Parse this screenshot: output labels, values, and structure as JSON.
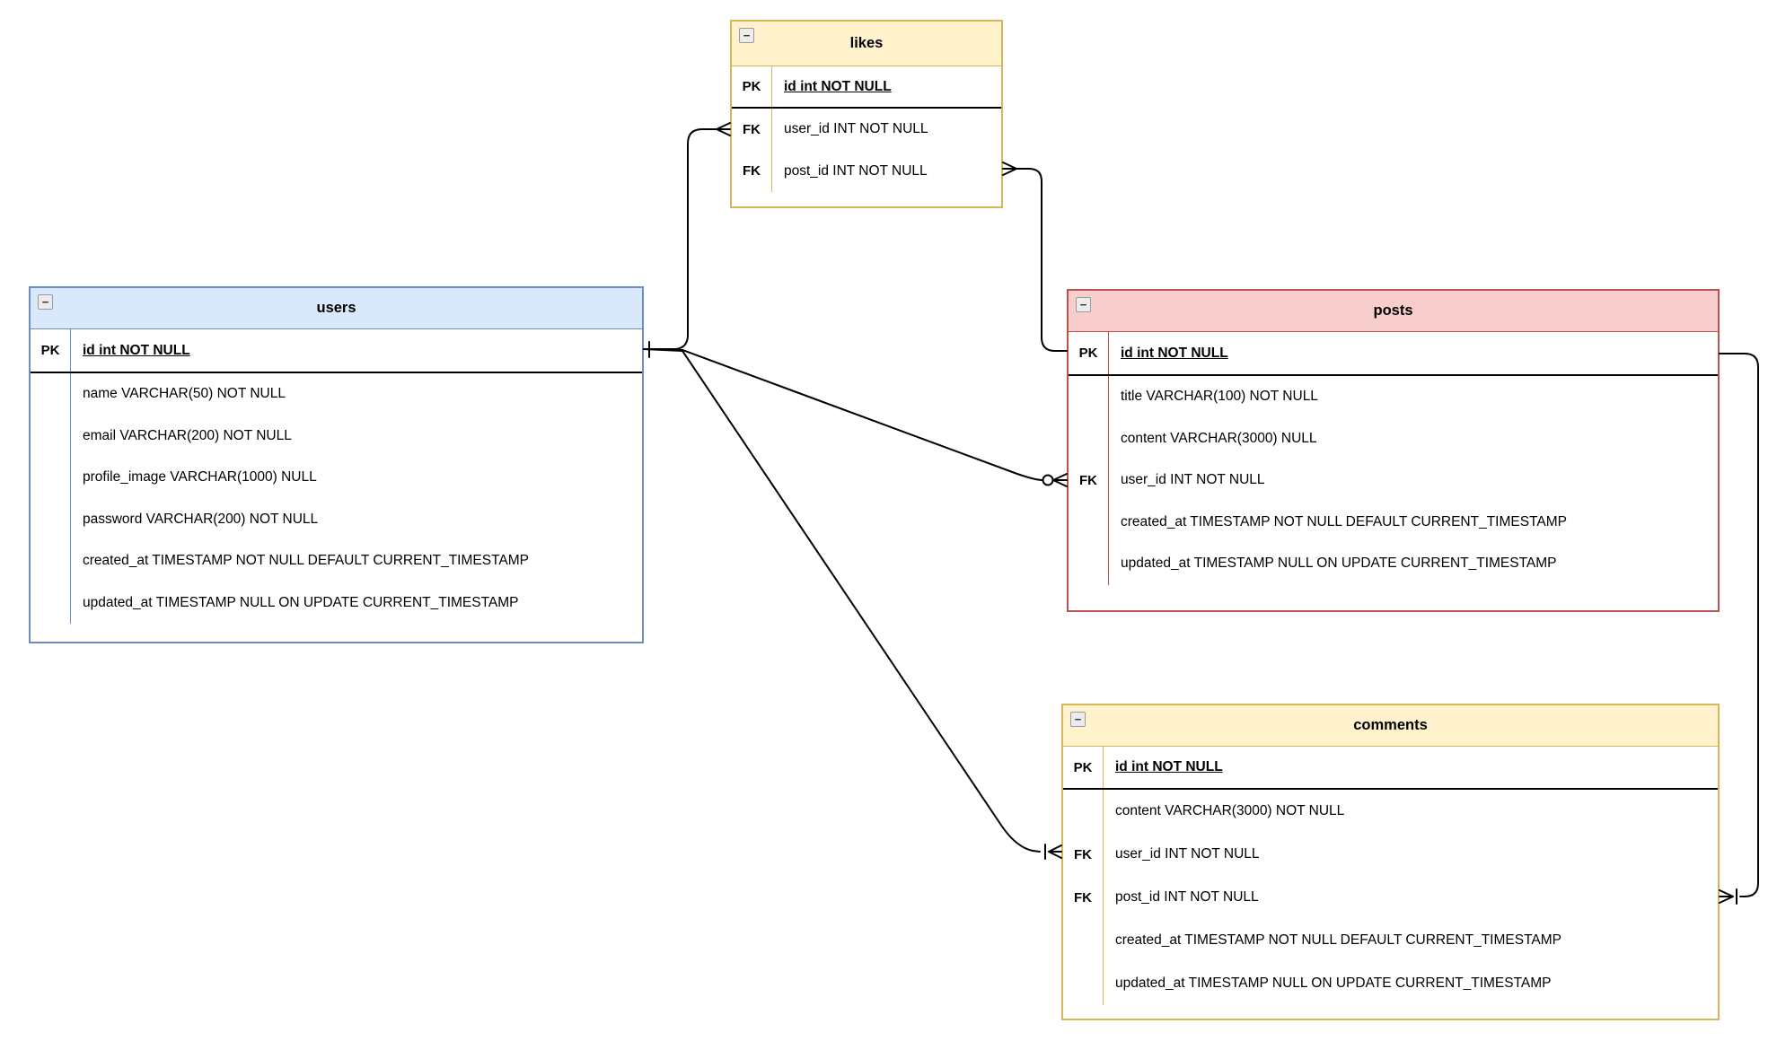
{
  "diagram": {
    "collapse_glyph": "−",
    "tables": [
      {
        "id": "users",
        "title": "users",
        "fill": "#dae8fc",
        "stroke": "#6c8ebf",
        "rows": [
          {
            "key": "PK",
            "field": "id int NOT NULL",
            "pk": true
          },
          {
            "key": "",
            "field": "name VARCHAR(50) NOT NULL"
          },
          {
            "key": "",
            "field": "email VARCHAR(200) NOT NULL"
          },
          {
            "key": "",
            "field": "profile_image VARCHAR(1000) NULL"
          },
          {
            "key": "",
            "field": "password VARCHAR(200) NOT NULL"
          },
          {
            "key": "",
            "field": "created_at TIMESTAMP NOT NULL DEFAULT CURRENT_TIMESTAMP"
          },
          {
            "key": "",
            "field": "updated_at TIMESTAMP NULL ON UPDATE CURRENT_TIMESTAMP"
          }
        ]
      },
      {
        "id": "likes",
        "title": "likes",
        "fill": "#fff2cc",
        "stroke": "#d6b656",
        "rows": [
          {
            "key": "PK",
            "field": "id int NOT NULL",
            "pk": true
          },
          {
            "key": "FK",
            "field": "user_id INT NOT NULL"
          },
          {
            "key": "FK",
            "field": "post_id INT NOT NULL"
          }
        ]
      },
      {
        "id": "posts",
        "title": "posts",
        "fill": "#f8cecc",
        "stroke": "#b85450",
        "rows": [
          {
            "key": "PK",
            "field": "id int NOT NULL",
            "pk": true
          },
          {
            "key": "",
            "field": "title VARCHAR(100) NOT NULL"
          },
          {
            "key": "",
            "field": "content VARCHAR(3000) NULL"
          },
          {
            "key": "FK",
            "field": "user_id INT NOT NULL"
          },
          {
            "key": "",
            "field": "created_at TIMESTAMP NOT NULL DEFAULT CURRENT_TIMESTAMP"
          },
          {
            "key": "",
            "field": "updated_at TIMESTAMP NULL ON UPDATE CURRENT_TIMESTAMP"
          }
        ]
      },
      {
        "id": "comments",
        "title": "comments",
        "fill": "#fff2cc",
        "stroke": "#d6b656",
        "rows": [
          {
            "key": "PK",
            "field": "id int NOT NULL",
            "pk": true
          },
          {
            "key": "",
            "field": "content VARCHAR(3000) NOT NULL"
          },
          {
            "key": "FK",
            "field": "user_id INT NOT NULL"
          },
          {
            "key": "FK",
            "field": "post_id INT NOT NULL"
          },
          {
            "key": "",
            "field": "created_at TIMESTAMP NOT NULL DEFAULT CURRENT_TIMESTAMP"
          },
          {
            "key": "",
            "field": "updated_at TIMESTAMP NULL ON UPDATE CURRENT_TIMESTAMP"
          }
        ]
      }
    ],
    "relationships": [
      {
        "from_table": "users",
        "from_column": "id",
        "to_table": "likes",
        "to_column": "user_id",
        "from_cardinality": "exactly-one",
        "to_cardinality": "many"
      },
      {
        "from_table": "posts",
        "from_column": "id",
        "to_table": "likes",
        "to_column": "post_id",
        "from_cardinality": "one",
        "to_cardinality": "many"
      },
      {
        "from_table": "users",
        "from_column": "id",
        "to_table": "posts",
        "to_column": "user_id",
        "from_cardinality": "exactly-one",
        "to_cardinality": "zero-or-many"
      },
      {
        "from_table": "users",
        "from_column": "id",
        "to_table": "comments",
        "to_column": "user_id",
        "from_cardinality": "exactly-one",
        "to_cardinality": "one-or-many"
      },
      {
        "from_table": "posts",
        "from_column": "id",
        "to_table": "comments",
        "to_column": "post_id",
        "from_cardinality": "one",
        "to_cardinality": "one-or-many"
      }
    ]
  }
}
